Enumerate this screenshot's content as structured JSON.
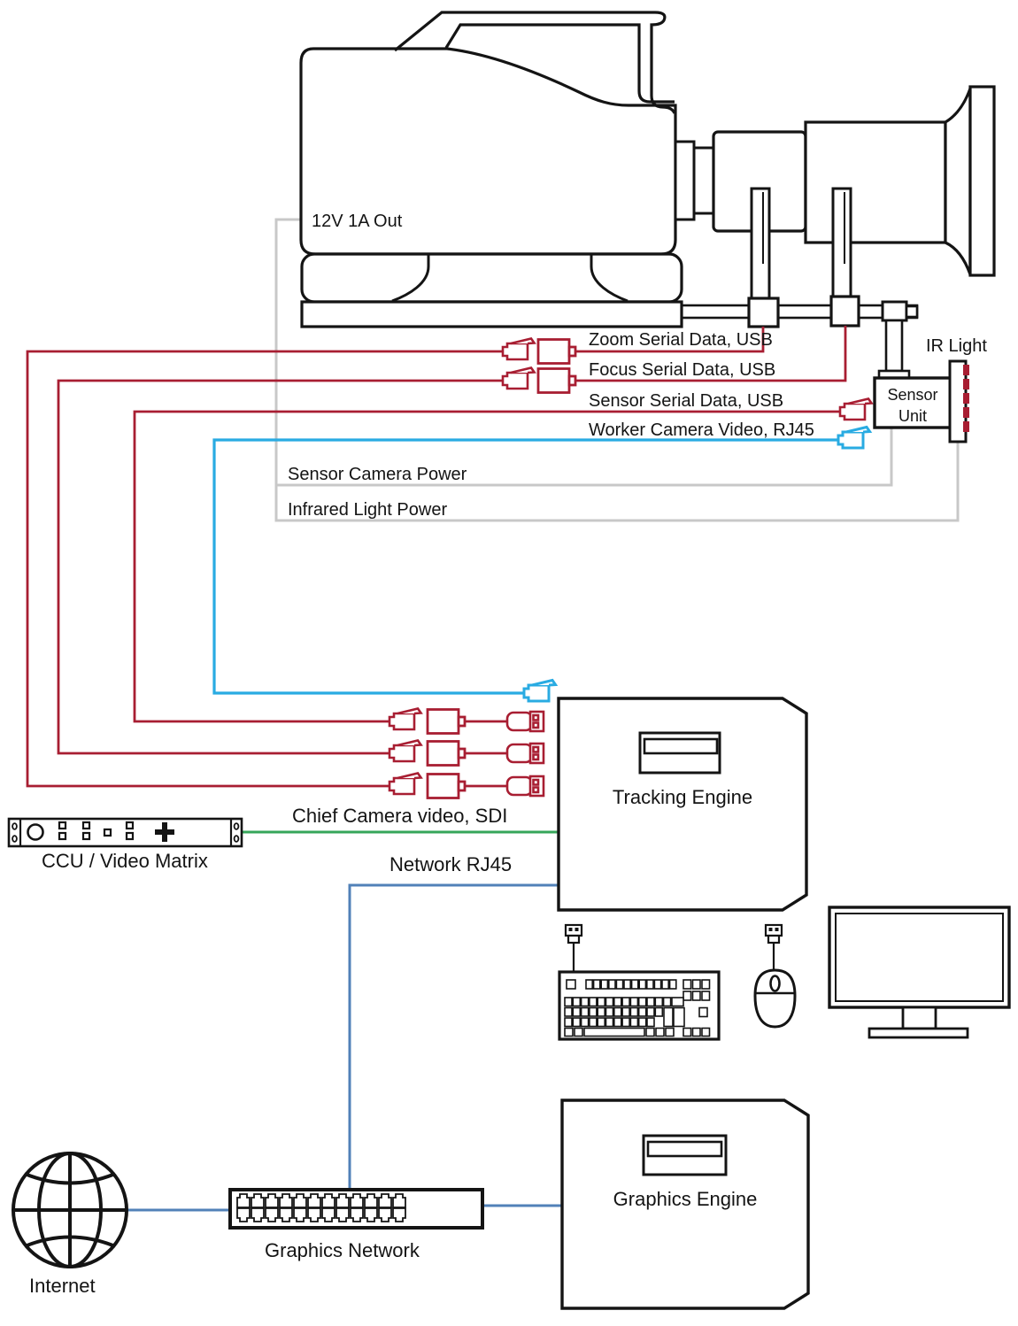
{
  "diagram": {
    "labels": {
      "power_out": "12V 1A Out",
      "zoom_serial": "Zoom Serial Data, USB",
      "focus_serial": "Focus Serial Data, USB",
      "sensor_serial": "Sensor Serial Data, USB",
      "worker_video": "Worker Camera Video, RJ45",
      "sensor_power": "Sensor Camera Power",
      "ir_power": "Infrared Light Power",
      "ir_light": "IR Light",
      "sensor_unit_1": "Sensor",
      "sensor_unit_2": "Unit",
      "tracking_engine": "Tracking Engine",
      "chief_video": "Chief Camera video, SDI",
      "ccu": "CCU / Video Matrix",
      "network": "Network RJ45",
      "graphics_engine": "Graphics Engine",
      "graphics_network": "Graphics Network",
      "internet": "Internet"
    },
    "colors": {
      "usb_serial": "#A81E32",
      "rj45_video": "#29ABE2",
      "sdi": "#36A65A",
      "network": "#5181B8",
      "power": "#C8C8C8",
      "ink": "#141414"
    }
  }
}
